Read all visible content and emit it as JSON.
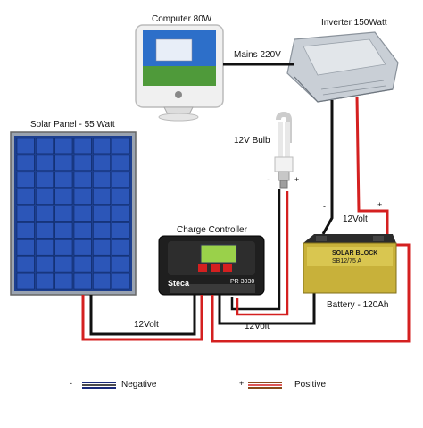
{
  "labels": {
    "computer": "Computer 80W",
    "inverter": "Inverter 150Watt",
    "mains": "Mains 220V",
    "bulb": "12V Bulb",
    "solar_panel": "Solar Panel  - 55 Watt",
    "charge_controller": "Charge Controller",
    "battery": "Battery - 120Ah",
    "volt_panel": "12Volt",
    "volt_bulb": "12Volt",
    "volt_battery": "12Volt",
    "bulb_neg": "-",
    "bulb_pos": "+",
    "batt_neg": "-",
    "batt_pos": "+",
    "brand": "Steca",
    "model": "PR 3030",
    "battery_brand": "SOLAR BLOCK",
    "battery_model": "SB12/75 A"
  },
  "legend": {
    "neg_sign": "-",
    "neg_label": "Negative",
    "pos_sign": "+",
    "pos_label": "Positive"
  },
  "colors": {
    "negative_wire": "#111111",
    "positive_wire": "#d42020",
    "legend_negative_primary": "#1a2a7a",
    "legend_positive_primary": "#8a4a1a"
  }
}
